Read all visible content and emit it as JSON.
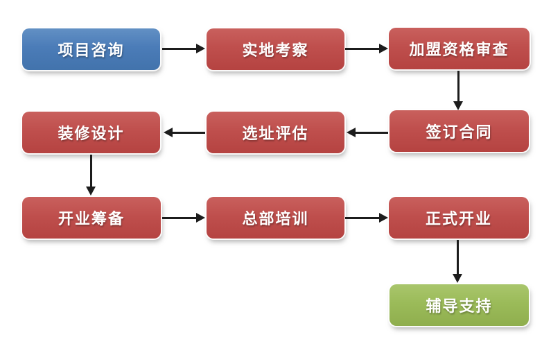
{
  "colors": {
    "node_blue": "#4b7cb8",
    "node_red": "#bf4f4d",
    "node_green": "#9bbb59",
    "arrow": "#1c1c1c",
    "text": "#ffffff",
    "background": "#ffffff"
  },
  "diagram": {
    "type": "flowchart",
    "nodes": [
      {
        "id": "project-consult",
        "label": "项目咨询",
        "color": "blue",
        "row": 1,
        "col": 1
      },
      {
        "id": "site-visit",
        "label": "实地考察",
        "color": "red",
        "row": 1,
        "col": 2
      },
      {
        "id": "qualification-review",
        "label": "加盟资格审查",
        "color": "red",
        "row": 1,
        "col": 3
      },
      {
        "id": "sign-contract",
        "label": "签订合同",
        "color": "red",
        "row": 2,
        "col": 3
      },
      {
        "id": "location-evaluation",
        "label": "选址评估",
        "color": "red",
        "row": 2,
        "col": 2
      },
      {
        "id": "decoration-design",
        "label": "装修设计",
        "color": "red",
        "row": 2,
        "col": 1
      },
      {
        "id": "opening-preparation",
        "label": "开业筹备",
        "color": "red",
        "row": 3,
        "col": 1
      },
      {
        "id": "headquarters-training",
        "label": "总部培训",
        "color": "red",
        "row": 3,
        "col": 2
      },
      {
        "id": "official-opening",
        "label": "正式开业",
        "color": "red",
        "row": 3,
        "col": 3
      },
      {
        "id": "guidance-support",
        "label": "辅导支持",
        "color": "green",
        "row": 4,
        "col": 3
      }
    ],
    "edges": [
      {
        "from": "项目咨询",
        "to": "实地考察",
        "direction": "right"
      },
      {
        "from": "实地考察",
        "to": "加盟资格审查",
        "direction": "right"
      },
      {
        "from": "加盟资格审查",
        "to": "签订合同",
        "direction": "down"
      },
      {
        "from": "签订合同",
        "to": "选址评估",
        "direction": "left"
      },
      {
        "from": "选址评估",
        "to": "装修设计",
        "direction": "left"
      },
      {
        "from": "装修设计",
        "to": "开业筹备",
        "direction": "down"
      },
      {
        "from": "开业筹备",
        "to": "总部培训",
        "direction": "right"
      },
      {
        "from": "总部培训",
        "to": "正式开业",
        "direction": "right"
      },
      {
        "from": "正式开业",
        "to": "辅导支持",
        "direction": "down"
      }
    ]
  }
}
